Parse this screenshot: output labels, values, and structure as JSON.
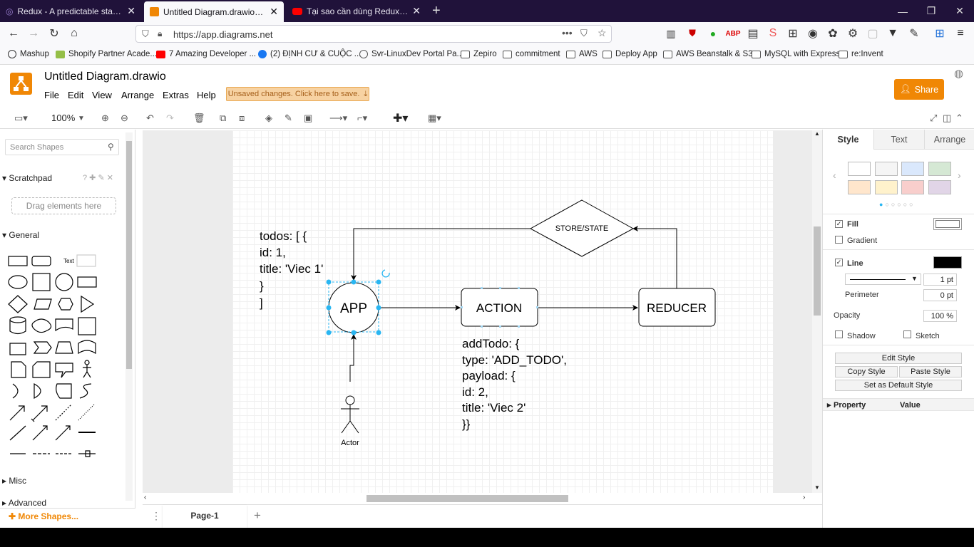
{
  "browser": {
    "tabs": [
      {
        "title": "Redux - A predictable state co",
        "color": "#7b5ea7"
      },
      {
        "title": "Untitled Diagram.drawio - diag",
        "color": "#f08705"
      },
      {
        "title": "Tại sao cần dùng Redux/Vuex/I",
        "color": "#ff0000"
      }
    ],
    "url": "https://app.diagrams.net",
    "bookmarks": [
      "Mashup",
      "Shopify Partner Acade...",
      "7 Amazing Developer ...",
      "(2) ĐỊNH CƯ & CUỘC ...",
      "Svr-LinuxDev Portal Pa...",
      "Zepiro",
      "commitment",
      "AWS",
      "Deploy App",
      "AWS Beanstalk & S3",
      "MySQL with Express",
      "re:Invent"
    ]
  },
  "app": {
    "title": "Untitled Diagram.drawio",
    "menus": [
      "File",
      "Edit",
      "View",
      "Arrange",
      "Extras",
      "Help"
    ],
    "unsaved": "Unsaved changes. Click here to save.",
    "share": "Share",
    "zoom": "100%"
  },
  "left": {
    "search_placeholder": "Search Shapes",
    "scratchpad": "Scratchpad",
    "drag_hint": "Drag elements here",
    "general": "General",
    "text_shape": "Text",
    "misc": "Misc",
    "advanced": "Advanced",
    "more_shapes": "More Shapes..."
  },
  "diagram": {
    "todos": [
      "todos: [ {",
      "id: 1,",
      "title: 'Viec 1'",
      "}",
      "]"
    ],
    "app": "APP",
    "action": "ACTION",
    "reducer": "REDUCER",
    "store": "STORE/STATE",
    "action_code": [
      "addTodo: {",
      "type: 'ADD_TODO',",
      "payload: {",
      "id: 2,",
      "title: 'Viec 2'",
      "}}"
    ],
    "actor": "Actor"
  },
  "right": {
    "tabs": [
      "Style",
      "Text",
      "Arrange"
    ],
    "swatches": [
      "#ffffff",
      "#f5f5f5",
      "#dae8fc",
      "#d5e8d4",
      "#ffe6cc",
      "#fff2cc",
      "#f8cecc",
      "#e1d5e7"
    ],
    "fill": "Fill",
    "gradient": "Gradient",
    "line": "Line",
    "line_width": "1 pt",
    "perimeter": "Perimeter",
    "perimeter_value": "0 pt",
    "opacity": "Opacity",
    "opacity_value": "100 %",
    "shadow": "Shadow",
    "sketch": "Sketch",
    "edit_style": "Edit Style",
    "copy_style": "Copy Style",
    "paste_style": "Paste Style",
    "set_default": "Set as Default Style",
    "property": "Property",
    "value": "Value"
  },
  "pages": {
    "current": "Page-1"
  }
}
